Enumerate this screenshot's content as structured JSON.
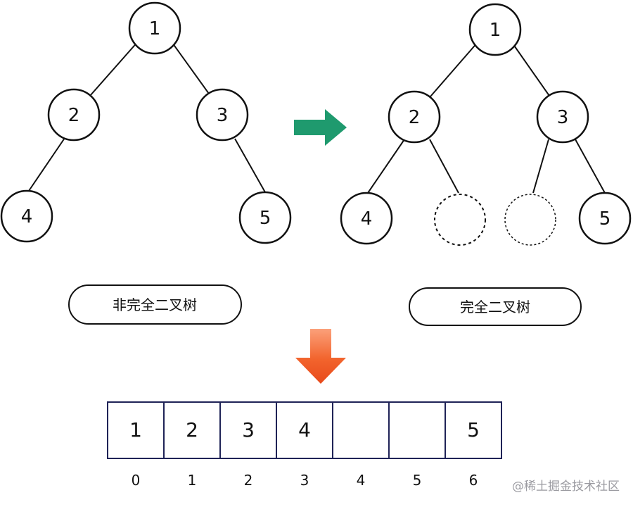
{
  "left_tree": {
    "caption": "非完全二叉树",
    "nodes": [
      "1",
      "2",
      "3",
      "4",
      "5"
    ]
  },
  "right_tree": {
    "caption": "完全二叉树",
    "nodes": [
      "1",
      "2",
      "3",
      "4",
      "",
      "",
      "5"
    ]
  },
  "array": {
    "values": [
      "1",
      "2",
      "3",
      "4",
      "",
      "",
      "5"
    ],
    "indices": [
      "0",
      "1",
      "2",
      "3",
      "4",
      "5",
      "6"
    ]
  },
  "watermark": "@稀土掘金技术社区",
  "colors": {
    "green_arrow": "#1f9a6e",
    "orange_arrow": "#ef5a23",
    "array_border": "#1f2357",
    "stroke": "#111111"
  }
}
